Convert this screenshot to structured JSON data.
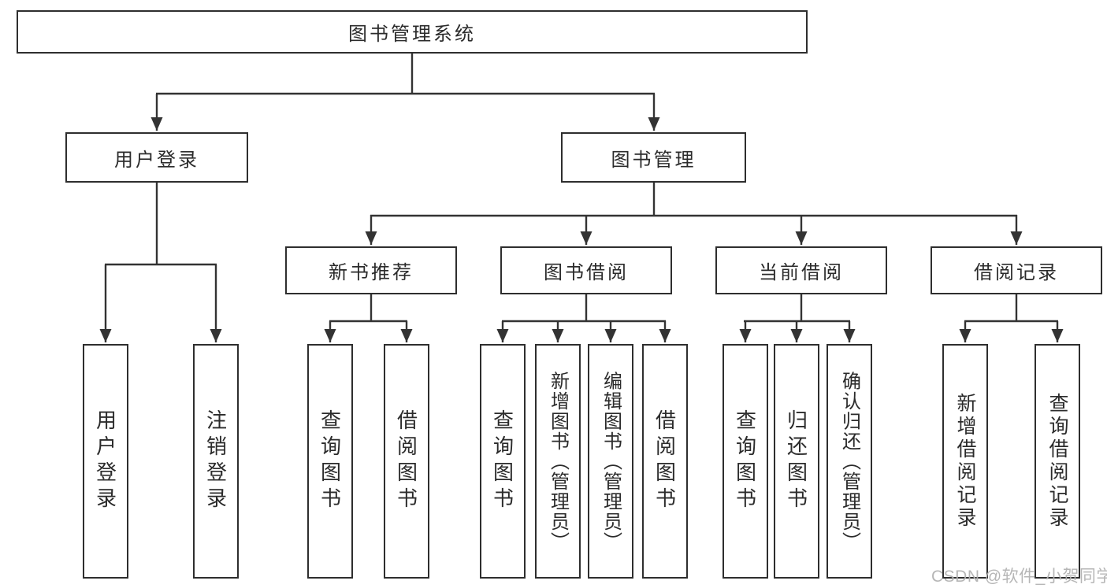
{
  "diagram": {
    "root": {
      "label": "图书管理系统"
    },
    "branches": {
      "user_login": {
        "label": "用户登录"
      },
      "book_management": {
        "label": "图书管理"
      }
    },
    "modules": {
      "new_book_recommend": {
        "label": "新书推荐"
      },
      "book_borrowing": {
        "label": "图书借阅"
      },
      "current_borrowing": {
        "label": "当前借阅"
      },
      "borrowing_records": {
        "label": "借阅记录"
      }
    },
    "functions": {
      "user_login": {
        "label": "用户登录"
      },
      "logout": {
        "label": "注销登录"
      },
      "nbr_query_books": {
        "label": "查询图书"
      },
      "nbr_borrow_books": {
        "label": "借阅图书"
      },
      "bb_query_books": {
        "label": "查询图书"
      },
      "bb_add_books": {
        "label": "新增图书（管理员）"
      },
      "bb_edit_books": {
        "label": "编辑图书（管理员）"
      },
      "bb_borrow_books": {
        "label": "借阅图书"
      },
      "cb_query_books": {
        "label": "查询图书"
      },
      "cb_return_books": {
        "label": "归还图书"
      },
      "cb_confirm_return": {
        "label": "确认归还（管理员）"
      },
      "br_add_record": {
        "label": "新增借阅记录"
      },
      "br_query_record": {
        "label": "查询借阅记录"
      }
    }
  },
  "watermark": {
    "text": "CSDN @软件_小贺同学"
  },
  "colors": {
    "line": "#333333",
    "box_border": "#2e2e2e",
    "box_fill": "#ffffff",
    "text": "#2b2b2b",
    "watermark": "#b2b2b2",
    "background": "#ffffff"
  }
}
